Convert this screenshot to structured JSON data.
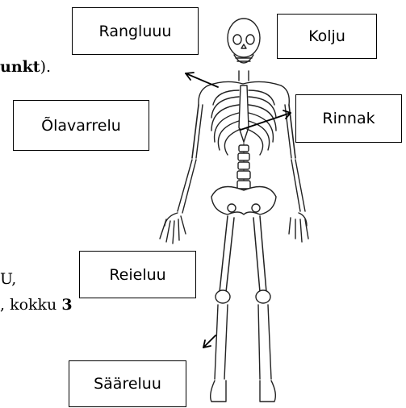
{
  "text_fragments": {
    "top_bold": "unkt",
    "top_rest": ").",
    "mid_line1": "U,",
    "mid_line2_prefix": ", kokku ",
    "mid_line2_bold": "3"
  },
  "labels": {
    "rangluuu": "Rangluuu",
    "kolju": "Kolju",
    "olavarrelu": "Õlavarrelu",
    "rinnak": "Rinnak",
    "reieluu": "Reieluu",
    "saareluu": "Sääreluu"
  }
}
